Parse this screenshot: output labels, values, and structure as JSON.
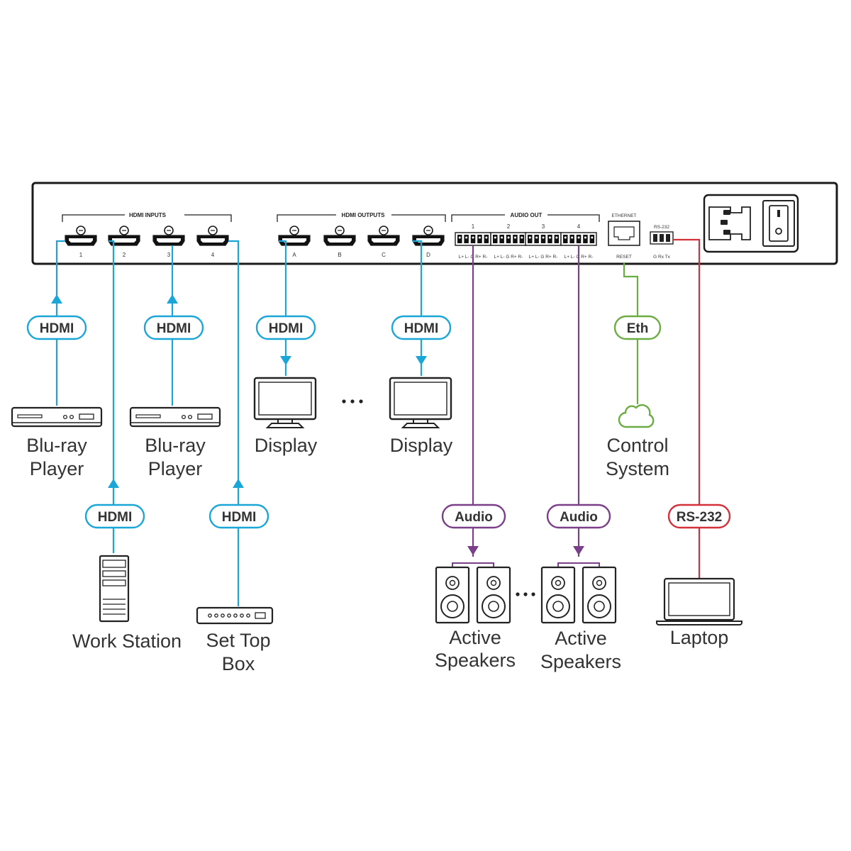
{
  "panel": {
    "hdmi_inputs_label": "HDMI  INPUTS",
    "hdmi_outputs_label": "HDMI  OUTPUTS",
    "audio_out_label": "AUDIO OUT",
    "ethernet_label": "ETHERNET",
    "reset_label": "RESET",
    "rs232_label": "RS-232",
    "rs232_pins": "G Rx Tx",
    "input_ports": [
      "1",
      "2",
      "3",
      "4"
    ],
    "output_ports": [
      "A",
      "B",
      "C",
      "D"
    ],
    "audio_ports": [
      "1",
      "2",
      "3",
      "4"
    ],
    "audio_pin_labels": [
      "L+ L- G R+ R-",
      "L+ L- G R+ R-",
      "L+ L- G R+ R-",
      "L+ L- G R+ R-"
    ]
  },
  "tags": {
    "hdmi": "HDMI",
    "audio": "Audio",
    "eth": "Eth",
    "rs232": "RS-232"
  },
  "devices": {
    "bluray1": [
      "Blu-ray",
      "Player"
    ],
    "bluray2": [
      "Blu-ray",
      "Player"
    ],
    "workstation": [
      "Work Station"
    ],
    "settop": [
      "Set Top",
      "Box"
    ],
    "display1": [
      "Display"
    ],
    "display2": [
      "Display"
    ],
    "speakers1": [
      "Active",
      "Speakers"
    ],
    "speakers2": [
      "Active",
      "Speakers"
    ],
    "control": [
      "Control",
      "System"
    ],
    "laptop": [
      "Laptop"
    ]
  },
  "colors": {
    "hdmi": "#1ba6d8",
    "audio": "#7b3f8a",
    "eth": "#6cac44",
    "rs232": "#d4303a",
    "outline": "#1a1a1a",
    "text": "#333333"
  }
}
